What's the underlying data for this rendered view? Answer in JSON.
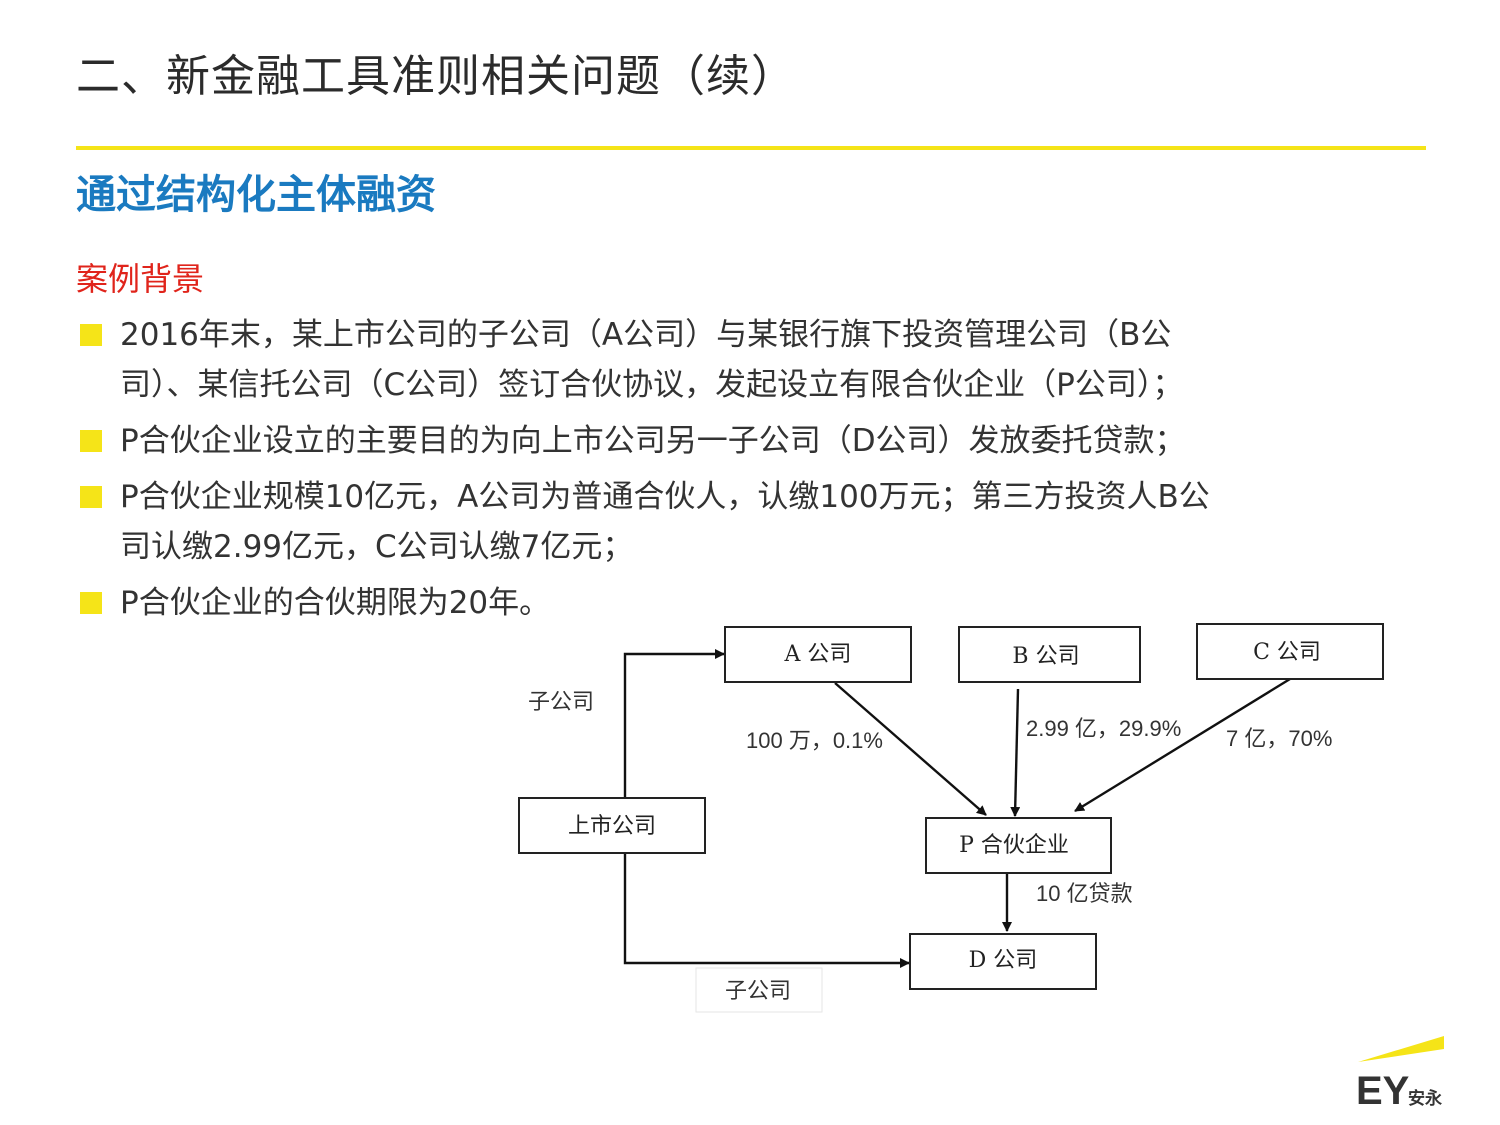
{
  "title": "二、新金融工具准则相关问题（续）",
  "subtitle": "通过结构化主体融资",
  "section_label": "案例背景",
  "bullets": [
    {
      "lines": [
        "2016年末，某上市公司的子公司（A公司）与某银行旗下投资管理公司（B公",
        "司）、某信托公司（C公司）签订合伙协议，发起设立有限合伙企业（P公司）；"
      ]
    },
    {
      "lines": [
        "P合伙企业设立的主要目的为向上市公司另一子公司（D公司）发放委托贷款；"
      ]
    },
    {
      "lines": [
        "P合伙企业规模10亿元，A公司为普通合伙人，认缴100万元；第三方投资人B公",
        "司认缴2.99亿元，C公司认缴7亿元；"
      ]
    },
    {
      "lines": [
        "P合伙企业的合伙期限为20年。"
      ]
    }
  ],
  "diagram": {
    "nodes": {
      "a": "A 公司",
      "b": "B 公司",
      "c": "C 公司",
      "listed": "上市公司",
      "p": "P 合伙企业",
      "d": "D 公司"
    },
    "edges": {
      "listed_to_a": "子公司",
      "listed_to_d": "子公司",
      "a_to_p": "100 万，0.1%",
      "b_to_p": "2.99 亿，29.9%",
      "c_to_p": "7 亿，70%",
      "p_to_d": "10 亿贷款"
    }
  },
  "logo": {
    "text": "EY",
    "sub": "安永",
    "accent_color": "#f5e418"
  },
  "colors": {
    "accent": "#f5e418",
    "subtitle": "#1a7ac0",
    "section_label": "#e0241b"
  }
}
